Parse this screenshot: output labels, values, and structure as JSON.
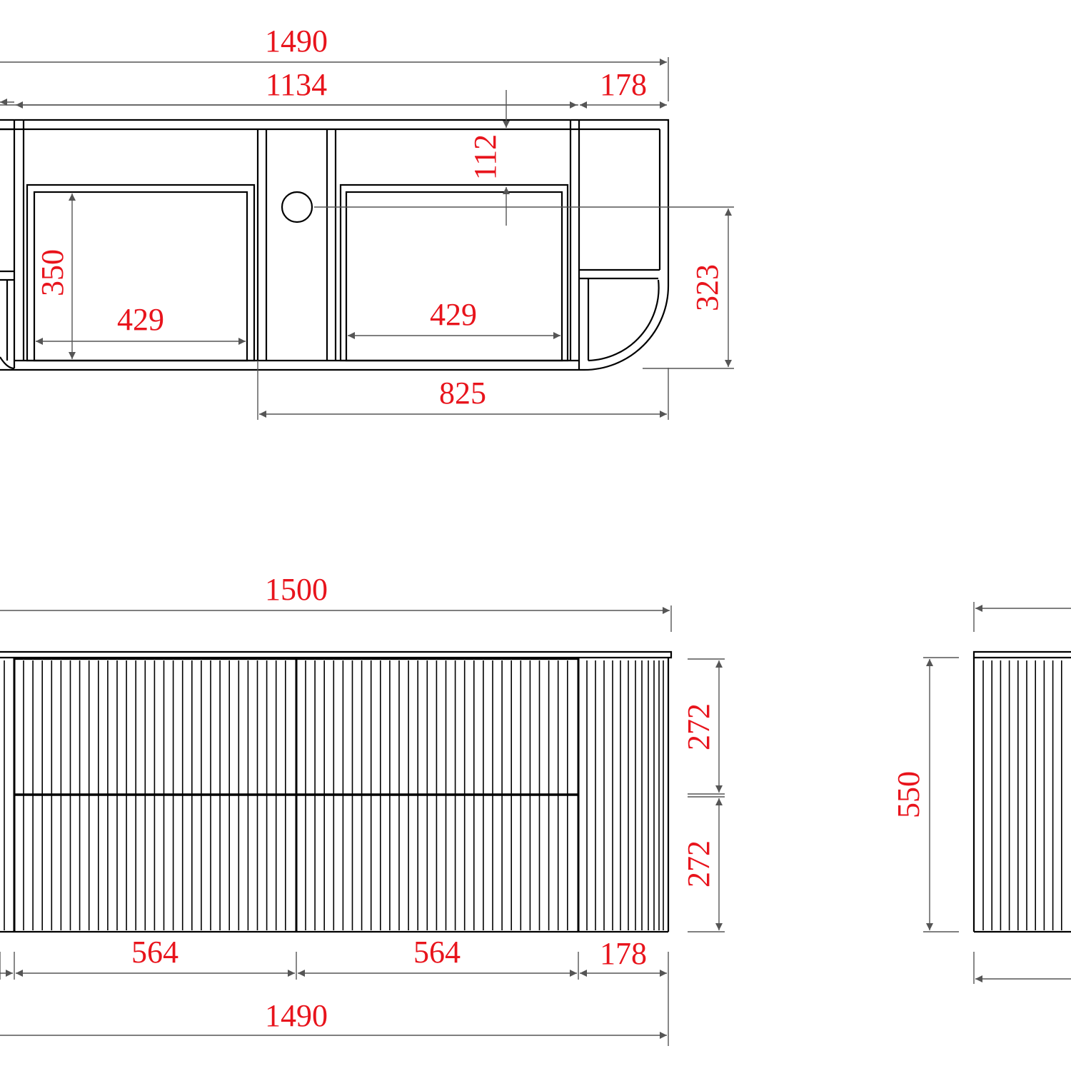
{
  "colors": {
    "dimension_text": "#e8141c",
    "dimension_line": "#555555",
    "outline": "#000000",
    "background": "#ffffff"
  },
  "top_view": {
    "overall_width": "1490",
    "main_width": "1134",
    "end_shelf_width": "178",
    "basin_offset": "112",
    "depth_inner": "350",
    "drawer_left_width": "429",
    "drawer_right_width": "429",
    "depth_overall": "323",
    "right_section_width": "825"
  },
  "front_view": {
    "top_width": "1500",
    "drawer_top_height": "272",
    "drawer_bottom_height": "272",
    "drawer_left_width": "564",
    "drawer_right_width": "564",
    "end_shelf_width": "178",
    "bottom_width": "1490"
  },
  "side_view": {
    "height": "550"
  }
}
